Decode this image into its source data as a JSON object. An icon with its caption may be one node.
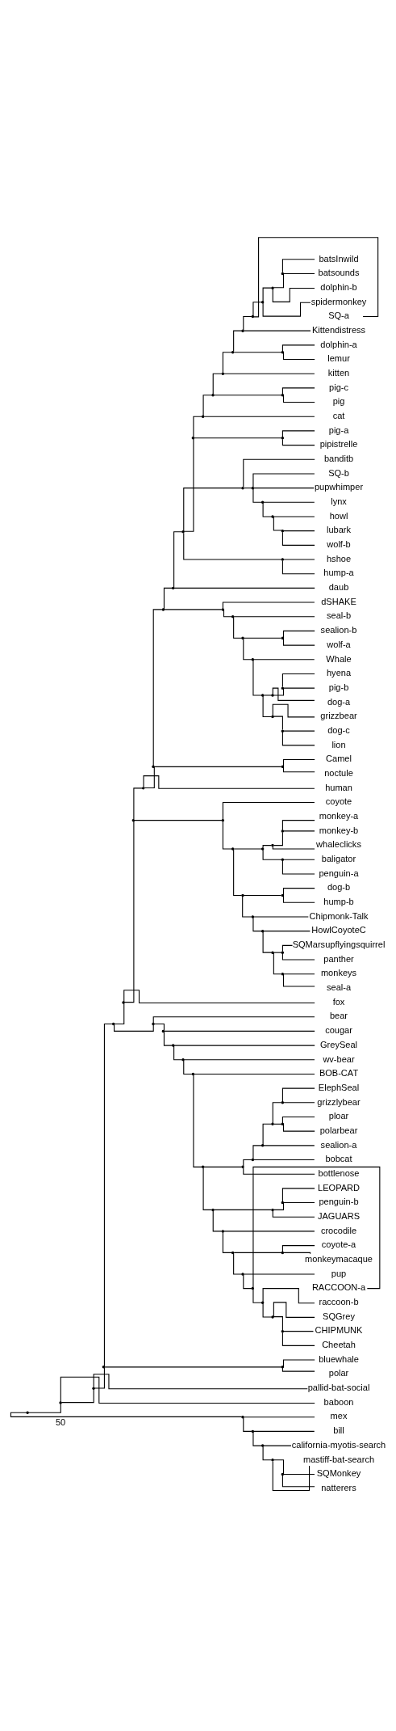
{
  "diagram": {
    "nodes": [
      {
        "text": [],
        "shape": "point"
      },
      {
        "text": [],
        "shape": "point"
      },
      {
        "text": [],
        "shape": "point"
      },
      {
        "text": [],
        "shape": "point"
      },
      {
        "text": [],
        "shape": "point"
      },
      {
        "text": [],
        "shape": "point"
      },
      {
        "text": [],
        "shape": "point"
      },
      {
        "text": [],
        "shape": "point"
      },
      {
        "text": [],
        "shape": "point"
      },
      {
        "text": [],
        "shape": "point"
      },
      {
        "text": [],
        "shape": "point"
      },
      {
        "text": [],
        "shape": "point"
      },
      {
        "text": [],
        "shape": "point"
      },
      {
        "text": [],
        "shape": "point"
      },
      {
        "text": [],
        "shape": "point"
      },
      {
        "text": [],
        "shape": "point"
      },
      {
        "text": [],
        "shape": "point"
      },
      {
        "text": [],
        "shape": "point"
      },
      {
        "text": [],
        "shape": "point"
      },
      {
        "text": [],
        "shape": "point"
      },
      {
        "text": [],
        "shape": "point"
      },
      {
        "text": [],
        "shape": "point"
      },
      {
        "text": [
          "batsInwild"
        ]
      },
      {
        "text": [
          "batsounds"
        ]
      },
      {
        "text": [
          "dolphin-b"
        ]
      },
      {
        "text": [
          "spidermonkey"
        ]
      },
      {
        "text": [
          "SQ-a"
        ]
      },
      {
        "text": [
          "Kittendistress"
        ]
      },
      {
        "text": [],
        "shape": "point"
      },
      {
        "text": [
          "dolphin-a"
        ]
      },
      {
        "text": [
          "lemur"
        ]
      },
      {
        "text": [
          "kitten"
        ]
      },
      {
        "text": [],
        "shape": "point"
      },
      {
        "text": [
          "pig-c"
        ]
      },
      {
        "text": [
          "pig"
        ]
      },
      {
        "text": [
          "cat"
        ]
      },
      {
        "text": [],
        "shape": "point"
      },
      {
        "text": [
          "pig-a"
        ]
      },
      {
        "text": [
          "pipistrelle"
        ]
      },
      {
        "text": [],
        "shape": "point"
      },
      {
        "text": [
          "banditb"
        ]
      },
      {
        "text": [],
        "shape": "point"
      },
      {
        "text": [
          "SQ-b"
        ]
      },
      {
        "text": [
          "pupwhimper"
        ]
      },
      {
        "text": [],
        "shape": "point"
      },
      {
        "text": [
          "lynx"
        ]
      },
      {
        "text": [],
        "shape": "point"
      },
      {
        "text": [
          "howl"
        ]
      },
      {
        "text": [],
        "shape": "point"
      },
      {
        "text": [
          "lubark"
        ]
      },
      {
        "text": [
          "wolf-b"
        ]
      },
      {
        "text": [],
        "shape": "point"
      },
      {
        "text": [
          "hshoe"
        ]
      },
      {
        "text": [
          "hump-a"
        ]
      },
      {
        "text": [
          "daub"
        ]
      },
      {
        "text": [],
        "shape": "point"
      },
      {
        "text": [
          "dSHAKE"
        ]
      },
      {
        "text": [],
        "shape": "point"
      },
      {
        "text": [
          "seal-b"
        ]
      },
      {
        "text": [],
        "shape": "point"
      },
      {
        "text": [],
        "shape": "point"
      },
      {
        "text": [
          "sealion-b"
        ]
      },
      {
        "text": [
          "wolf-a"
        ]
      },
      {
        "text": [],
        "shape": "point"
      },
      {
        "text": [
          "Whale"
        ]
      },
      {
        "text": [],
        "shape": "point"
      },
      {
        "text": [],
        "shape": "point"
      },
      {
        "text": [],
        "shape": "point"
      },
      {
        "text": [
          "hyena"
        ]
      },
      {
        "text": [
          "pig-b"
        ]
      },
      {
        "text": [
          "dog-a"
        ]
      },
      {
        "text": [],
        "shape": "point"
      },
      {
        "text": [
          "grizzbear"
        ]
      },
      {
        "text": [],
        "shape": "point"
      },
      {
        "text": [
          "dog-c"
        ]
      },
      {
        "text": [
          "lion"
        ]
      },
      {
        "text": [],
        "shape": "point"
      },
      {
        "text": [
          "Camel"
        ]
      },
      {
        "text": [
          "noctule"
        ]
      },
      {
        "text": [
          "human"
        ]
      },
      {
        "text": [],
        "shape": "point"
      },
      {
        "text": [
          "coyote"
        ]
      },
      {
        "text": [],
        "shape": "point"
      },
      {
        "text": [],
        "shape": "point"
      },
      {
        "text": [],
        "shape": "point"
      },
      {
        "text": [],
        "shape": "point"
      },
      {
        "text": [
          "monkey-a"
        ]
      },
      {
        "text": [
          "monkey-b"
        ]
      },
      {
        "text": [
          "whaleclicks"
        ]
      },
      {
        "text": [],
        "shape": "point"
      },
      {
        "text": [
          "baligator"
        ]
      },
      {
        "text": [
          "penguin-a"
        ]
      },
      {
        "text": [],
        "shape": "point"
      },
      {
        "text": [],
        "shape": "point"
      },
      {
        "text": [
          "dog-b"
        ]
      },
      {
        "text": [
          "hump-b"
        ]
      },
      {
        "text": [],
        "shape": "point"
      },
      {
        "text": [
          "Chipmonk-Talk"
        ]
      },
      {
        "text": [],
        "shape": "point"
      },
      {
        "text": [
          "HowlCoyoteC"
        ]
      },
      {
        "text": [],
        "shape": "point"
      },
      {
        "text": [],
        "shape": "point"
      },
      {
        "text": [
          "SQMarsupflyingsquirrel"
        ]
      },
      {
        "text": [
          "panther"
        ]
      },
      {
        "text": [],
        "shape": "point"
      },
      {
        "text": [
          "monkeys"
        ]
      },
      {
        "text": [
          "seal-a"
        ]
      },
      {
        "text": [
          "fox"
        ]
      },
      {
        "text": [],
        "shape": "point"
      },
      {
        "text": [
          "bear"
        ]
      },
      {
        "text": [],
        "shape": "point"
      },
      {
        "text": [
          "cougar"
        ]
      },
      {
        "text": [],
        "shape": "point"
      },
      {
        "text": [
          "GreySeal"
        ]
      },
      {
        "text": [],
        "shape": "point"
      },
      {
        "text": [
          "wv-bear"
        ]
      },
      {
        "text": [],
        "shape": "point"
      },
      {
        "text": [
          "BOB-CAT"
        ]
      },
      {
        "text": [],
        "shape": "point"
      },
      {
        "text": [],
        "shape": "point"
      },
      {
        "text": [],
        "shape": "point"
      },
      {
        "text": [],
        "shape": "point"
      },
      {
        "text": [],
        "shape": "point"
      },
      {
        "text": [],
        "shape": "point"
      },
      {
        "text": [
          "ElephSeal"
        ]
      },
      {
        "text": [
          "grizzlybear"
        ]
      },
      {
        "text": [],
        "shape": "point"
      },
      {
        "text": [
          "ploar"
        ]
      },
      {
        "text": [
          "polarbear"
        ]
      },
      {
        "text": [
          "sealion-a"
        ]
      },
      {
        "text": [
          "bobcat"
        ]
      },
      {
        "text": [
          "bottlenose"
        ]
      },
      {
        "text": [],
        "shape": "point"
      },
      {
        "text": [],
        "shape": "point"
      },
      {
        "text": [],
        "shape": "point"
      },
      {
        "text": [
          "LEOPARD"
        ]
      },
      {
        "text": [
          "penguin-b"
        ]
      },
      {
        "text": [
          "JAGUARS"
        ]
      },
      {
        "text": [],
        "shape": "point"
      },
      {
        "text": [
          "crocodile"
        ]
      },
      {
        "text": [],
        "shape": "point"
      },
      {
        "text": [],
        "shape": "point"
      },
      {
        "text": [
          "coyote-a"
        ]
      },
      {
        "text": [
          "monkeymacaque"
        ]
      },
      {
        "text": [],
        "shape": "point"
      },
      {
        "text": [
          "pup"
        ]
      },
      {
        "text": [],
        "shape": "point"
      },
      {
        "text": [
          "RACCOON-a"
        ]
      },
      {
        "text": [],
        "shape": "point"
      },
      {
        "text": [
          "raccoon-b"
        ]
      },
      {
        "text": [],
        "shape": "point"
      },
      {
        "text": [
          "SQGrey"
        ]
      },
      {
        "text": [],
        "shape": "point"
      },
      {
        "text": [
          "CHIPMUNK"
        ]
      },
      {
        "text": [
          "Cheetah"
        ]
      },
      {
        "text": [],
        "shape": "point"
      },
      {
        "text": [
          "bluewhale"
        ]
      },
      {
        "text": [
          "polar"
        ]
      },
      {
        "text": [
          "pallid-bat-social"
        ]
      },
      {
        "text": [
          "baboon"
        ]
      },
      {
        "text": [],
        "shape": "point"
      },
      {
        "text": [
          "mex"
        ]
      },
      {
        "text": [],
        "shape": "point"
      },
      {
        "text": [
          "bill"
        ]
      },
      {
        "text": [],
        "shape": "point"
      },
      {
        "text": [
          "california-myotis-search"
        ]
      },
      {
        "text": [],
        "shape": "point"
      },
      {
        "text": [
          "mastiff-bat-search"
        ]
      },
      {
        "text": [],
        "shape": "point"
      },
      {
        "text": [
          "SQMonkey"
        ]
      },
      {
        "text": [
          "natterers"
        ]
      }
    ],
    "edges": [
      {
        "from": 0,
        "to": 1,
        "arrow": "none"
      },
      {
        "from": 1,
        "to": 2,
        "arrow": "none"
      },
      {
        "from": 2,
        "to": 3,
        "arrow": "none"
      },
      {
        "from": 3,
        "to": 4,
        "arrow": "none"
      },
      {
        "from": 4,
        "to": 5,
        "arrow": "none"
      },
      {
        "from": 5,
        "to": 6,
        "arrow": "none"
      },
      {
        "from": 6,
        "to": 7,
        "arrow": "none"
      },
      {
        "from": 7,
        "to": 8,
        "arrow": "none"
      },
      {
        "from": 8,
        "to": 9,
        "arrow": "none"
      },
      {
        "from": 9,
        "to": 10,
        "arrow": "none"
      },
      {
        "from": 10,
        "to": 11,
        "arrow": "none"
      },
      {
        "from": 11,
        "to": 12,
        "arrow": "none"
      },
      {
        "from": 12,
        "to": 13,
        "arrow": "none"
      },
      {
        "from": 13,
        "to": 14,
        "arrow": "none"
      },
      {
        "from": 14,
        "to": 15,
        "arrow": "none"
      },
      {
        "from": 15,
        "to": 16,
        "arrow": "none"
      },
      {
        "from": 16,
        "to": 17,
        "arrow": "none"
      },
      {
        "from": 17,
        "to": 18,
        "arrow": "none"
      },
      {
        "from": 18,
        "to": 19,
        "arrow": "none"
      },
      {
        "from": 19,
        "to": 20,
        "arrow": "none"
      },
      {
        "from": 20,
        "to": 21,
        "arrow": "none"
      },
      {
        "from": 21,
        "to": 22,
        "arrow": "none"
      },
      {
        "from": 21,
        "to": 23,
        "arrow": "none"
      },
      {
        "from": 20,
        "to": 24,
        "arrow": "none"
      },
      {
        "from": 19,
        "to": 25,
        "arrow": "none"
      },
      {
        "from": 18,
        "to": 26,
        "arrow": "none"
      },
      {
        "from": 17,
        "to": 27,
        "arrow": "none"
      },
      {
        "from": 16,
        "to": 28,
        "arrow": "none"
      },
      {
        "from": 28,
        "to": 29,
        "arrow": "none"
      },
      {
        "from": 28,
        "to": 30,
        "arrow": "none"
      },
      {
        "from": 15,
        "to": 31,
        "arrow": "none"
      },
      {
        "from": 14,
        "to": 32,
        "arrow": "none"
      },
      {
        "from": 32,
        "to": 33,
        "arrow": "none"
      },
      {
        "from": 32,
        "to": 34,
        "arrow": "none"
      },
      {
        "from": 13,
        "to": 35,
        "arrow": "none"
      },
      {
        "from": 12,
        "to": 36,
        "arrow": "none"
      },
      {
        "from": 36,
        "to": 37,
        "arrow": "none"
      },
      {
        "from": 36,
        "to": 38,
        "arrow": "none"
      },
      {
        "from": 11,
        "to": 39,
        "arrow": "none"
      },
      {
        "from": 39,
        "to": 40,
        "arrow": "none"
      },
      {
        "from": 39,
        "to": 41,
        "arrow": "none"
      },
      {
        "from": 41,
        "to": 42,
        "arrow": "none"
      },
      {
        "from": 41,
        "to": 43,
        "arrow": "none"
      },
      {
        "from": 41,
        "to": 44,
        "arrow": "none"
      },
      {
        "from": 44,
        "to": 45,
        "arrow": "none"
      },
      {
        "from": 44,
        "to": 46,
        "arrow": "none"
      },
      {
        "from": 46,
        "to": 47,
        "arrow": "none"
      },
      {
        "from": 46,
        "to": 48,
        "arrow": "none"
      },
      {
        "from": 48,
        "to": 49,
        "arrow": "none"
      },
      {
        "from": 48,
        "to": 50,
        "arrow": "none"
      },
      {
        "from": 11,
        "to": 51,
        "arrow": "none"
      },
      {
        "from": 51,
        "to": 52,
        "arrow": "none"
      },
      {
        "from": 51,
        "to": 53,
        "arrow": "none"
      },
      {
        "from": 10,
        "to": 54,
        "arrow": "none"
      },
      {
        "from": 9,
        "to": 55,
        "arrow": "none"
      },
      {
        "from": 55,
        "to": 56,
        "arrow": "none"
      },
      {
        "from": 55,
        "to": 57,
        "arrow": "none"
      },
      {
        "from": 57,
        "to": 58,
        "arrow": "none"
      },
      {
        "from": 57,
        "to": 59,
        "arrow": "none"
      },
      {
        "from": 59,
        "to": 60,
        "arrow": "none"
      },
      {
        "from": 60,
        "to": 61,
        "arrow": "none"
      },
      {
        "from": 60,
        "to": 62,
        "arrow": "none"
      },
      {
        "from": 59,
        "to": 63,
        "arrow": "none"
      },
      {
        "from": 63,
        "to": 64,
        "arrow": "none"
      },
      {
        "from": 63,
        "to": 65,
        "arrow": "none"
      },
      {
        "from": 65,
        "to": 66,
        "arrow": "none"
      },
      {
        "from": 66,
        "to": 67,
        "arrow": "none"
      },
      {
        "from": 67,
        "to": 68,
        "arrow": "none"
      },
      {
        "from": 67,
        "to": 69,
        "arrow": "none"
      },
      {
        "from": 66,
        "to": 70,
        "arrow": "none"
      },
      {
        "from": 65,
        "to": 71,
        "arrow": "none"
      },
      {
        "from": 71,
        "to": 72,
        "arrow": "none"
      },
      {
        "from": 71,
        "to": 73,
        "arrow": "none"
      },
      {
        "from": 73,
        "to": 74,
        "arrow": "none"
      },
      {
        "from": 73,
        "to": 75,
        "arrow": "none"
      },
      {
        "from": 8,
        "to": 76,
        "arrow": "none"
      },
      {
        "from": 76,
        "to": 77,
        "arrow": "none"
      },
      {
        "from": 76,
        "to": 78,
        "arrow": "none"
      },
      {
        "from": 7,
        "to": 79,
        "arrow": "none"
      },
      {
        "from": 6,
        "to": 80,
        "arrow": "none"
      },
      {
        "from": 80,
        "to": 81,
        "arrow": "none"
      },
      {
        "from": 80,
        "to": 82,
        "arrow": "none"
      },
      {
        "from": 82,
        "to": 83,
        "arrow": "none"
      },
      {
        "from": 83,
        "to": 84,
        "arrow": "none"
      },
      {
        "from": 84,
        "to": 85,
        "arrow": "none"
      },
      {
        "from": 85,
        "to": 86,
        "arrow": "none"
      },
      {
        "from": 85,
        "to": 87,
        "arrow": "none"
      },
      {
        "from": 84,
        "to": 88,
        "arrow": "none"
      },
      {
        "from": 83,
        "to": 89,
        "arrow": "none"
      },
      {
        "from": 89,
        "to": 90,
        "arrow": "none"
      },
      {
        "from": 89,
        "to": 91,
        "arrow": "none"
      },
      {
        "from": 82,
        "to": 92,
        "arrow": "none"
      },
      {
        "from": 92,
        "to": 93,
        "arrow": "none"
      },
      {
        "from": 93,
        "to": 94,
        "arrow": "none"
      },
      {
        "from": 93,
        "to": 95,
        "arrow": "none"
      },
      {
        "from": 92,
        "to": 96,
        "arrow": "none"
      },
      {
        "from": 96,
        "to": 97,
        "arrow": "none"
      },
      {
        "from": 96,
        "to": 98,
        "arrow": "none"
      },
      {
        "from": 98,
        "to": 99,
        "arrow": "none"
      },
      {
        "from": 98,
        "to": 100,
        "arrow": "none"
      },
      {
        "from": 100,
        "to": 101,
        "arrow": "none"
      },
      {
        "from": 101,
        "to": 102,
        "arrow": "none"
      },
      {
        "from": 101,
        "to": 103,
        "arrow": "none"
      },
      {
        "from": 100,
        "to": 104,
        "arrow": "none"
      },
      {
        "from": 104,
        "to": 105,
        "arrow": "none"
      },
      {
        "from": 104,
        "to": 106,
        "arrow": "none"
      },
      {
        "from": 5,
        "to": 107,
        "arrow": "none"
      },
      {
        "from": 4,
        "to": 108,
        "arrow": "none"
      },
      {
        "from": 108,
        "to": 109,
        "arrow": "none"
      },
      {
        "from": 108,
        "to": 110,
        "arrow": "none"
      },
      {
        "from": 110,
        "to": 111,
        "arrow": "none"
      },
      {
        "from": 110,
        "to": 112,
        "arrow": "none"
      },
      {
        "from": 112,
        "to": 113,
        "arrow": "none"
      },
      {
        "from": 112,
        "to": 114,
        "arrow": "none"
      },
      {
        "from": 114,
        "to": 115,
        "arrow": "none"
      },
      {
        "from": 114,
        "to": 116,
        "arrow": "none"
      },
      {
        "from": 116,
        "to": 117,
        "arrow": "none"
      },
      {
        "from": 116,
        "to": 118,
        "arrow": "none"
      },
      {
        "from": 118,
        "to": 119,
        "arrow": "none"
      },
      {
        "from": 119,
        "to": 120,
        "arrow": "none"
      },
      {
        "from": 120,
        "to": 121,
        "arrow": "none"
      },
      {
        "from": 121,
        "to": 122,
        "arrow": "none"
      },
      {
        "from": 122,
        "to": 123,
        "arrow": "none"
      },
      {
        "from": 123,
        "to": 124,
        "arrow": "none"
      },
      {
        "from": 123,
        "to": 125,
        "arrow": "none"
      },
      {
        "from": 122,
        "to": 126,
        "arrow": "none"
      },
      {
        "from": 126,
        "to": 127,
        "arrow": "none"
      },
      {
        "from": 126,
        "to": 128,
        "arrow": "none"
      },
      {
        "from": 121,
        "to": 129,
        "arrow": "none"
      },
      {
        "from": 120,
        "to": 130,
        "arrow": "none"
      },
      {
        "from": 119,
        "to": 131,
        "arrow": "none"
      },
      {
        "from": 118,
        "to": 132,
        "arrow": "none"
      },
      {
        "from": 132,
        "to": 133,
        "arrow": "none"
      },
      {
        "from": 133,
        "to": 134,
        "arrow": "none"
      },
      {
        "from": 134,
        "to": 135,
        "arrow": "none"
      },
      {
        "from": 134,
        "to": 136,
        "arrow": "none"
      },
      {
        "from": 133,
        "to": 137,
        "arrow": "none"
      },
      {
        "from": 132,
        "to": 138,
        "arrow": "none"
      },
      {
        "from": 138,
        "to": 139,
        "arrow": "none"
      },
      {
        "from": 138,
        "to": 140,
        "arrow": "none"
      },
      {
        "from": 140,
        "to": 141,
        "arrow": "none"
      },
      {
        "from": 141,
        "to": 142,
        "arrow": "none"
      },
      {
        "from": 141,
        "to": 143,
        "arrow": "none"
      },
      {
        "from": 140,
        "to": 144,
        "arrow": "none"
      },
      {
        "from": 144,
        "to": 145,
        "arrow": "none"
      },
      {
        "from": 144,
        "to": 146,
        "arrow": "none"
      },
      {
        "from": 146,
        "to": 147,
        "arrow": "none"
      },
      {
        "from": 146,
        "to": 148,
        "arrow": "none"
      },
      {
        "from": 148,
        "to": 149,
        "arrow": "none"
      },
      {
        "from": 148,
        "to": 150,
        "arrow": "none"
      },
      {
        "from": 150,
        "to": 151,
        "arrow": "none"
      },
      {
        "from": 150,
        "to": 152,
        "arrow": "none"
      },
      {
        "from": 152,
        "to": 153,
        "arrow": "none"
      },
      {
        "from": 152,
        "to": 154,
        "arrow": "none"
      },
      {
        "from": 3,
        "to": 155,
        "arrow": "none"
      },
      {
        "from": 155,
        "to": 156,
        "arrow": "none"
      },
      {
        "from": 155,
        "to": 157,
        "arrow": "none"
      },
      {
        "from": 2,
        "to": 158,
        "arrow": "none"
      },
      {
        "from": 1,
        "to": 159,
        "arrow": "none"
      },
      {
        "from": 0,
        "to": 160,
        "arrow": "none"
      },
      {
        "from": 160,
        "to": 161,
        "arrow": "none"
      },
      {
        "from": 160,
        "to": 162,
        "arrow": "none"
      },
      {
        "from": 162,
        "to": 163,
        "arrow": "none"
      },
      {
        "from": 162,
        "to": 164,
        "arrow": "none"
      },
      {
        "from": 164,
        "to": 165,
        "arrow": "none"
      },
      {
        "from": 164,
        "to": 166,
        "arrow": "none"
      },
      {
        "from": 166,
        "to": 167,
        "arrow": "none"
      },
      {
        "from": 166,
        "to": 168,
        "arrow": "none"
      },
      {
        "from": 168,
        "to": 169,
        "arrow": "none"
      },
      {
        "from": 168,
        "to": 170,
        "arrow": "none"
      }
    ],
    "labels": [
      "50"
    ]
  }
}
